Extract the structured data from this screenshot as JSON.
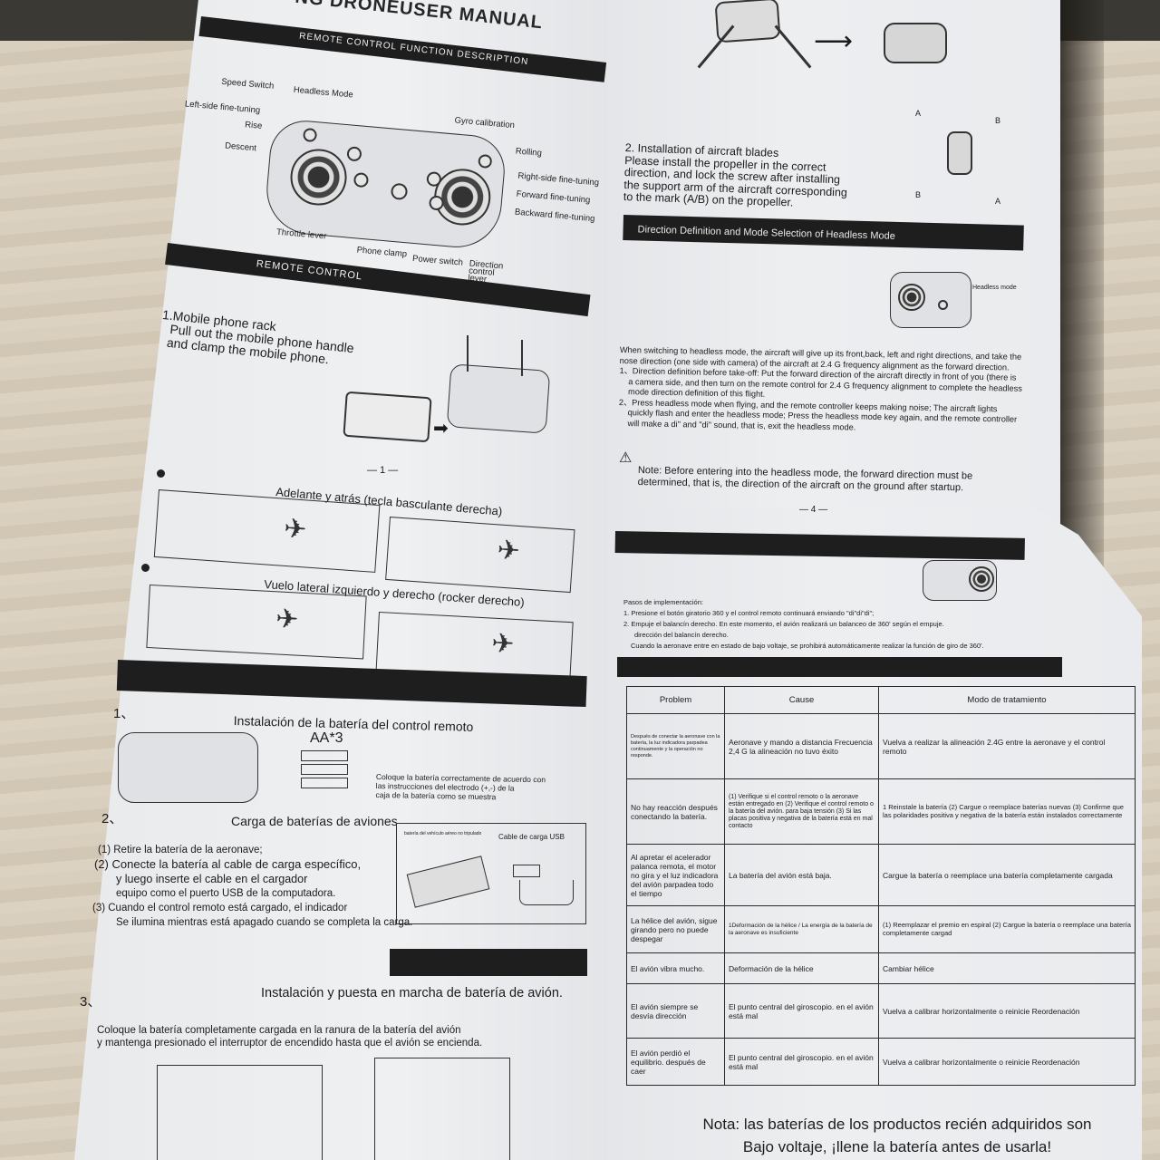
{
  "scene": {
    "description": "Photo of an open printed drone user manual on a wooden table",
    "colors": {
      "paper": "#eceef0",
      "ink": "#1e1e1e",
      "table": "#d6cbb9",
      "wall": "#3a3934"
    }
  },
  "left_page": {
    "header_title": "NG DRONEUSER MANUAL",
    "section_bar_1": "REMOTE CONTROL FUNCTION DESCRIPTION",
    "controller_labels": {
      "speed_switch": "Speed Switch",
      "headless_mode": "Headless Mode",
      "left_fine_tuning": "Left-side fine-tuning",
      "rise": "Rise",
      "descent": "Descent",
      "gyro_calibration": "Gyro calibration",
      "rolling": "Rolling",
      "right_fine_tuning": "Right-side fine-tuning",
      "forward_fine_tuning": "Forward fine-tuning",
      "backward_fine_tuning": "Backward fine-tuning",
      "throttle_lever": "Throttle lever",
      "phone_clamp": "Phone clamp",
      "power_switch": "Power switch",
      "direction_control_lever": "Direction control lever"
    },
    "section_bar_2": "REMOTE CONTROL",
    "mobile_rack": {
      "title": "1.Mobile phone rack",
      "line1": "Pull out the mobile phone handle",
      "line2": "and clamp the mobile phone."
    },
    "page_number": "— 1 —",
    "flight_demo_1": "Adelante y atrás (tecla basculante derecha)",
    "flight_demo_2": "Vuelo lateral izquierdo y derecho (rocker derecho)",
    "battery_install": {
      "num": "1、",
      "title": "Instalación de la batería del control remoto",
      "spec": "AA*3",
      "note_lines": [
        "Coloque la batería correctamente de acuerdo con",
        "las instrucciones del electrodo (+,-) de la",
        "caja de la batería como se muestra"
      ]
    },
    "charging": {
      "num": "2、",
      "title": "Carga de baterías de aviones",
      "battery_label": "batería del vehículo aéreo no tripulado",
      "cable_label": "Cable de carga USB",
      "steps": [
        "(1) Retire la batería de la aeronave;",
        "(2) Conecte la batería al cable de carga específico,",
        "y luego inserte el cable en el cargador",
        "equipo como el puerto USB de la computadora.",
        "(3) Cuando el control remoto está cargado, el indicador",
        "Se ilumina mientras está apagado cuando se completa la carga."
      ]
    },
    "startup": {
      "num": "3、",
      "title": "Instalación y puesta en marcha de batería de avión.",
      "line1": "Coloque la batería completamente cargada en la ranura de la batería del avión",
      "line2": "y mantenga presionado el interruptor de encendido hasta que el avión se encienda."
    }
  },
  "right_page": {
    "blades": {
      "title": "2. Installation of aircraft blades",
      "lines": [
        "Please install the propeller in the correct",
        "direction, and lock the screw after installing",
        "the support arm of the aircraft corresponding",
        "to the mark (A/B) on the propeller."
      ],
      "marks": [
        "A",
        "B",
        "B",
        "A"
      ]
    },
    "headless_bar": "Direction Definition and Mode Selection of Headless Mode",
    "headless_label": "Headless mode",
    "headless_text": {
      "intro": "When switching to headless mode, the aircraft will give up its front,back, left and right directions, and take the nose direction (one side with camera) of the aircraft at 2.4 G frequency alignment as the forward direction.",
      "item1": "1、Direction definition before take-off: Put the forward direction of the aircraft directly in front of you (there is a camera side, and then turn on the remote control for 2.4 G frequency alignment to complete the headless mode direction definition of this flight.",
      "item2": "2、Press headless mode when flying, and the remote controller keeps making noise; The aircraft lights quickly flash and enter the headless mode; Press the headless mode key again, and the remote controller will make a di\" and \"di\" sound, that is, exit the headless mode.",
      "note": "Note: Before entering into the headless mode, the forward direction must be determined, that is, the direction of the aircraft on the ground after startup."
    },
    "page_number": "— 4 —",
    "roll360": {
      "title": "Pasos de implementación:",
      "step1": "1. Presione el botón giratorio 360 y el control remoto continuará enviando \"di\"di\"di\";",
      "step2": "2. Empuje el balancín derecho. En este momento, el avión realizará un balanceo de 360' según el empuje.",
      "step2b": "dirección del balancín derecho.",
      "warning": "Cuando la aeronave entre en estado de bajo voltaje, se prohibirá automáticamente realizar la función de giro de 360'."
    },
    "troubleshooting": {
      "headers": [
        "Problem",
        "Cause",
        "Modo de tratamiento"
      ],
      "rows": [
        [
          "Después de conectar la aeronave con la batería, la luz indicadora parpadea continuamente y la operación no responde.",
          "Aeronave y mando a distancia Frecuencia 2,4 G la alineación no tuvo éxito",
          "Vuelva a realizar la alineación 2.4G entre la aeronave y el control remoto"
        ],
        [
          "No hay reacción después conectando la batería.",
          "(1) Verifique si el control remoto o la aeronave están entregado en (2) Verifique el control remoto o la batería del avión. para baja tensión (3) Si las placas positiva y negativa de la batería está en mal contacto",
          "1 Reinstale la batería (2) Cargue o reemplace baterías nuevas (3) Confirme que las polaridades positiva y negativa de la batería están instalados correctamente"
        ],
        [
          "Al apretar el acelerador palanca remota, el motor no gira y el luz indicadora del avión parpadea todo el tiempo",
          "La batería del avión está baja.",
          "Cargue la batería o reemplace una batería completamente cargada"
        ],
        [
          "La hélice del avión, sigue girando pero no puede despegar",
          "1Deformación de la hélice / La energía de la batería de la aeronave es insuficiente",
          "(1) Reemplazar el premio en espiral (2) Cargue la batería o reemplace una batería completamente cargad"
        ],
        [
          "El avión vibra mucho.",
          "Deformación de la hélice",
          "Cambiar hélice"
        ],
        [
          "El avión siempre se desvía dirección",
          "El punto central del giroscopio. en el avión está mal",
          "Vuelva a calibrar horizontalmente o reinicie Reordenación"
        ],
        [
          "El avión perdió el equilibrio. después de caer",
          "El punto central del giroscopio. en el avión está mal",
          "Vuelva a calibrar horizontalmente o reinicie Reordenación"
        ]
      ]
    },
    "footer_note": {
      "line1": "Nota: las baterías de los productos recién adquiridos son",
      "line2": "Bajo voltaje, ¡llene la batería antes de usarla!"
    }
  }
}
